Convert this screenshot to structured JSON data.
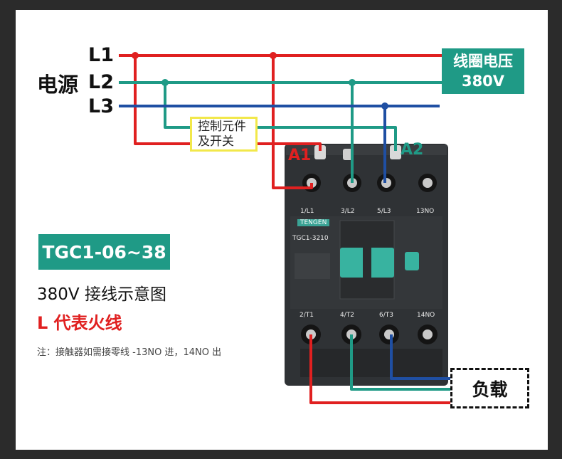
{
  "power": {
    "label": "电源",
    "lines": [
      {
        "name": "L1",
        "color": "#e02020"
      },
      {
        "name": "L2",
        "color": "#1f9a86"
      },
      {
        "name": "L3",
        "color": "#1f4fa3"
      }
    ]
  },
  "coil_voltage": {
    "line1": "线圈电压",
    "line2": "380V"
  },
  "control": {
    "line1": "控制元件",
    "line2": "及开关"
  },
  "coil_terminals": {
    "a1": "A1",
    "a2": "A2"
  },
  "contactor": {
    "brand": "TENGEN",
    "model": "TGC1-3210",
    "top_terminals": [
      "1/L1",
      "3/L2",
      "5/L3",
      "13NO"
    ],
    "bottom_terminals": [
      "2/T1",
      "4/T2",
      "6/T3",
      "14NO"
    ]
  },
  "model_range": "TGC1-06~38",
  "diagram_title": "380V 接线示意图",
  "live_note": "L 代表火线",
  "note": "注：接触器如需接零线 -13NO 进，14NO 出",
  "load": "负载",
  "colors": {
    "red": "#e02020",
    "teal": "#1f9a86",
    "blue": "#1f4fa3",
    "body": "#2f3235",
    "button": "#38b3a0"
  }
}
